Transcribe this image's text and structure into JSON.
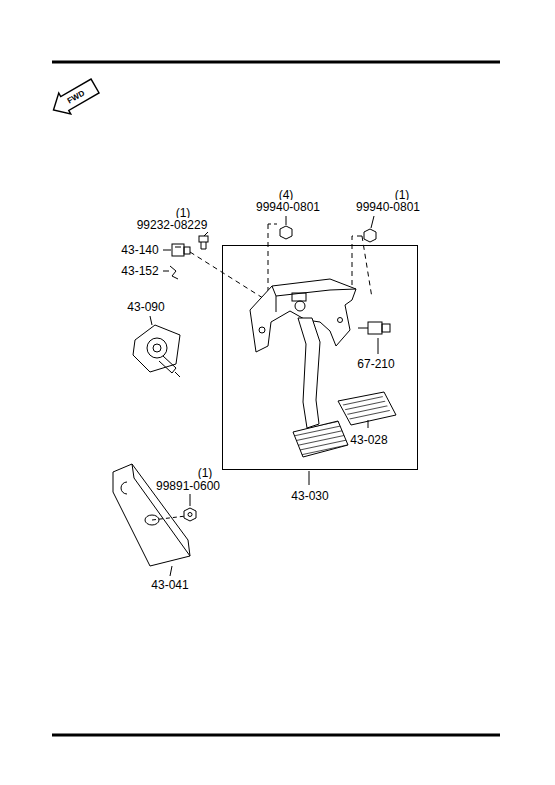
{
  "diagram": {
    "nodes": [
      {
        "text": [
          "67-210",
          "43-028",
          "43-030"
        ]
      }
    ],
    "labels": [
      "FWD",
      "(1)",
      "99232-08229",
      "43-140",
      "43-152",
      "43-090",
      "(4)",
      "99940-0801",
      "(1)",
      "99940-0801",
      "(1)",
      "99891-0600",
      "43-041"
    ]
  }
}
